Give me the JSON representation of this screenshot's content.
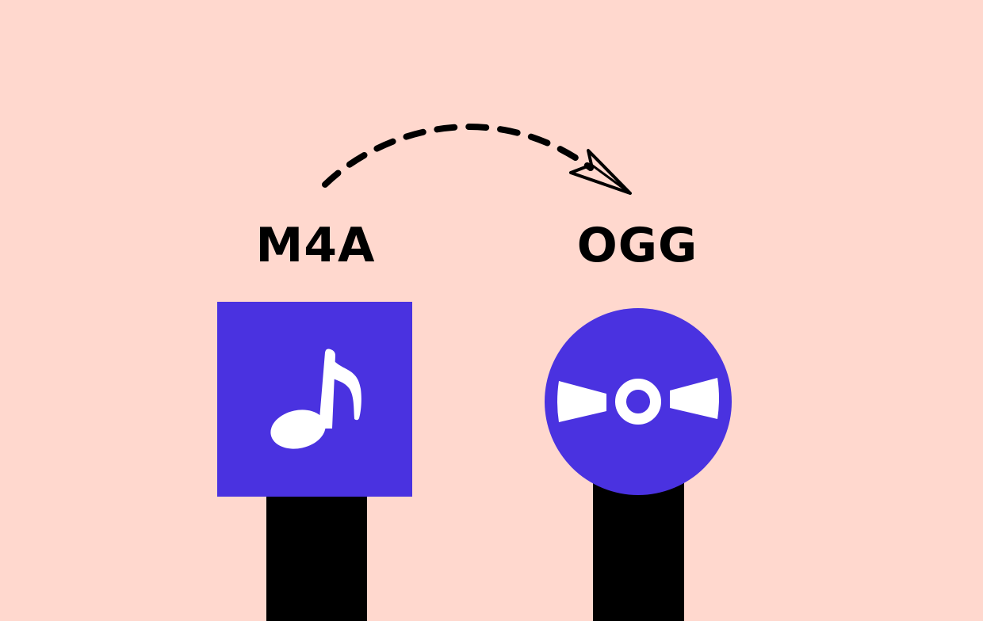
{
  "conversion": {
    "source": {
      "format": "M4A",
      "icon": "music-note-icon"
    },
    "target": {
      "format": "OGG",
      "icon": "disc-icon"
    },
    "arrow": {
      "icon": "dashed-curved-arrow-icon",
      "style": "dashed"
    }
  },
  "colors": {
    "background": "#FFD8CE",
    "accent": "#4A32E0",
    "ink": "#000000",
    "icon_fill": "#FFFFFF"
  }
}
